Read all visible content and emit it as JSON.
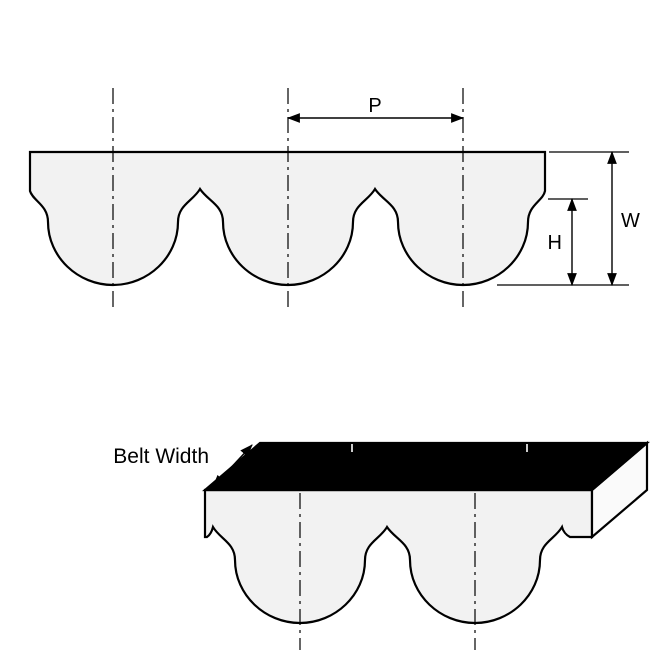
{
  "views": {
    "cross_section": {
      "dimension_labels": {
        "pitch": "P",
        "overall_thickness": "W",
        "tooth_height": "H"
      }
    },
    "isometric": {
      "belt_width_label": "Belt Width"
    }
  },
  "colors": {
    "line": "#000000",
    "belt_fill": "#f2f2f2",
    "top_face_fill": "#000000",
    "end_face_fill": "#fafafa",
    "background": "#ffffff"
  }
}
